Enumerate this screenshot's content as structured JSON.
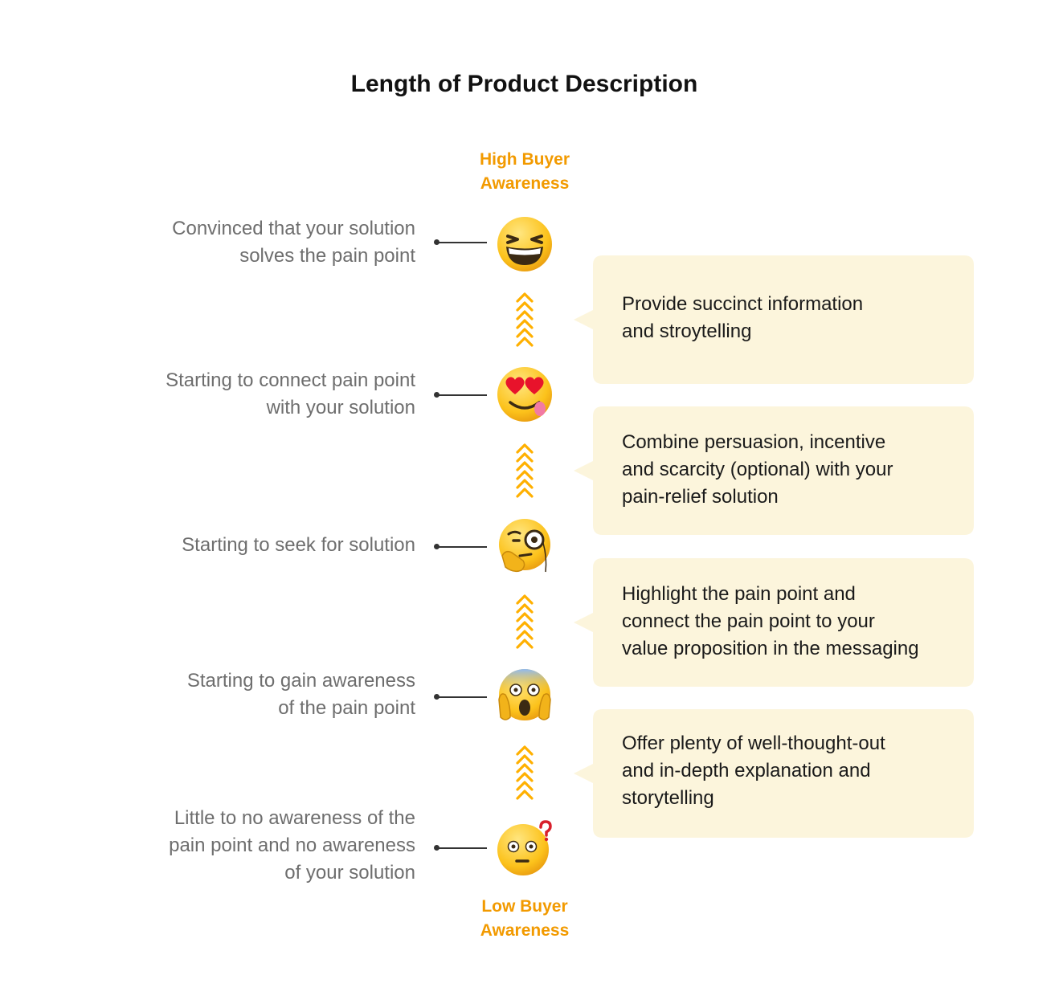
{
  "title": "Length of Product Description",
  "top_label": [
    "High Buyer",
    "Awareness"
  ],
  "bottom_label": [
    "Low Buyer",
    "Awareness"
  ],
  "colors": {
    "accent": "#f29a00",
    "chevron": "#ffb000",
    "bubble": "#fcf5dc",
    "stage_text": "#6e6e6e",
    "connector": "#333333"
  },
  "stages": [
    {
      "emoji": "grinning-squinting-face",
      "lines": [
        "Convinced that your solution",
        "solves the pain point"
      ]
    },
    {
      "emoji": "heart-eyes-face",
      "lines": [
        "Starting to connect pain point ",
        "with your solution"
      ]
    },
    {
      "emoji": "face-with-monocle-thinking",
      "lines": [
        "Starting to seek for solution"
      ]
    },
    {
      "emoji": "face-screaming-in-fear",
      "lines": [
        "Starting to gain awareness",
        "of the pain point"
      ]
    },
    {
      "emoji": "confused-face-question-mark",
      "lines": [
        "Little to no awareness of the",
        "pain point and no awareness",
        "of your solution"
      ]
    }
  ],
  "tips": [
    {
      "lines": [
        "Provide succinct information",
        "and stroytelling"
      ]
    },
    {
      "lines": [
        "Combine persuasion, incentive",
        "and scarcity (optional) with your",
        "pain-relief solution"
      ]
    },
    {
      "lines": [
        "Highlight the pain point and",
        "connect the pain point to your",
        "value proposition in the messaging"
      ]
    },
    {
      "lines": [
        "Offer plenty of well-thought-out",
        "and in-depth explanation and",
        "storytelling"
      ]
    }
  ]
}
